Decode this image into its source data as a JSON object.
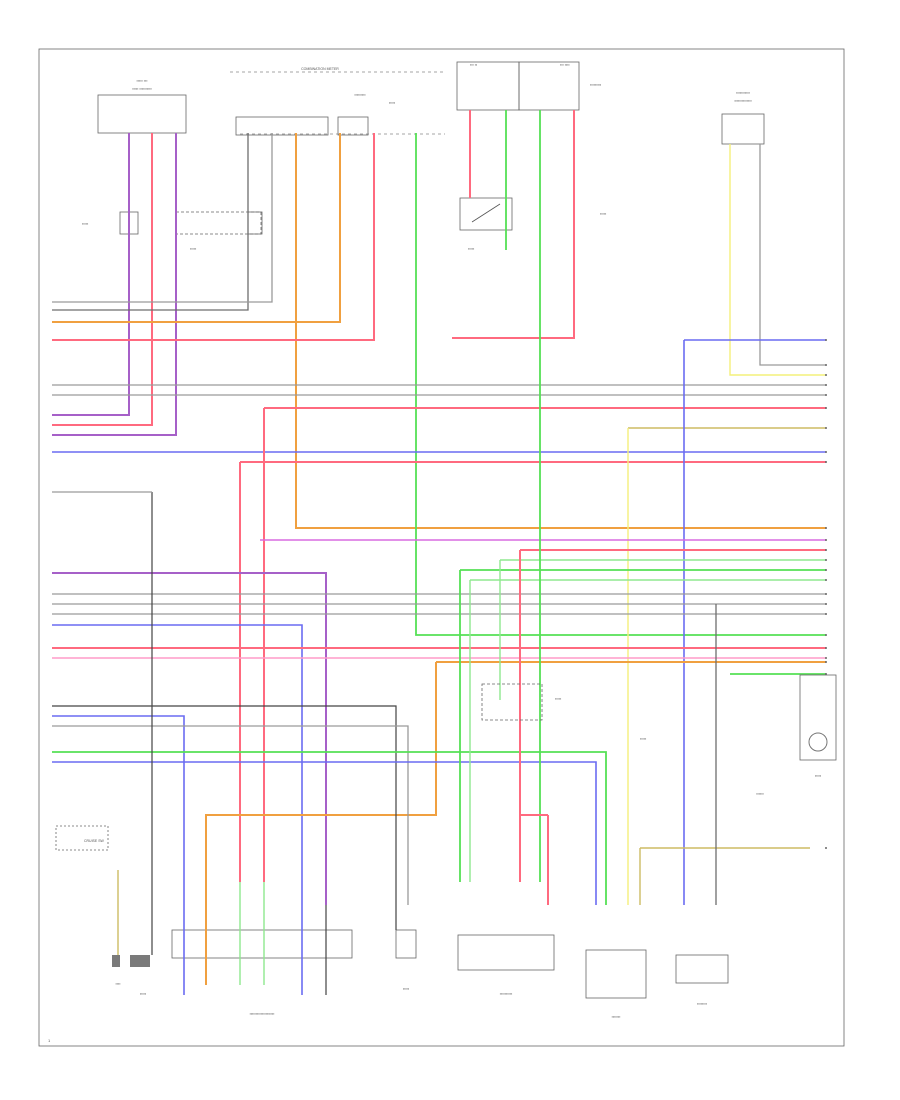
{
  "diagram": {
    "labels": {
      "top_bus": "COMBINATION METER",
      "left_conn_box": "CRUISE SW",
      "page_number": "1"
    }
  }
}
